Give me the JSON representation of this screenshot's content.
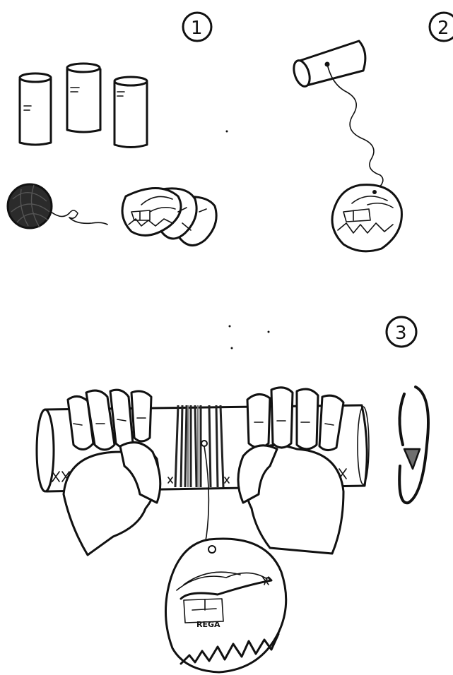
{
  "steps": {
    "step1": "1",
    "step2": "2",
    "step3": "3"
  },
  "pick_logo_text": "REGA",
  "colors": {
    "ink": "#111111",
    "paper": "#ffffff",
    "yarn": "#2b2b2b",
    "arrow": "#6e6e6e"
  }
}
